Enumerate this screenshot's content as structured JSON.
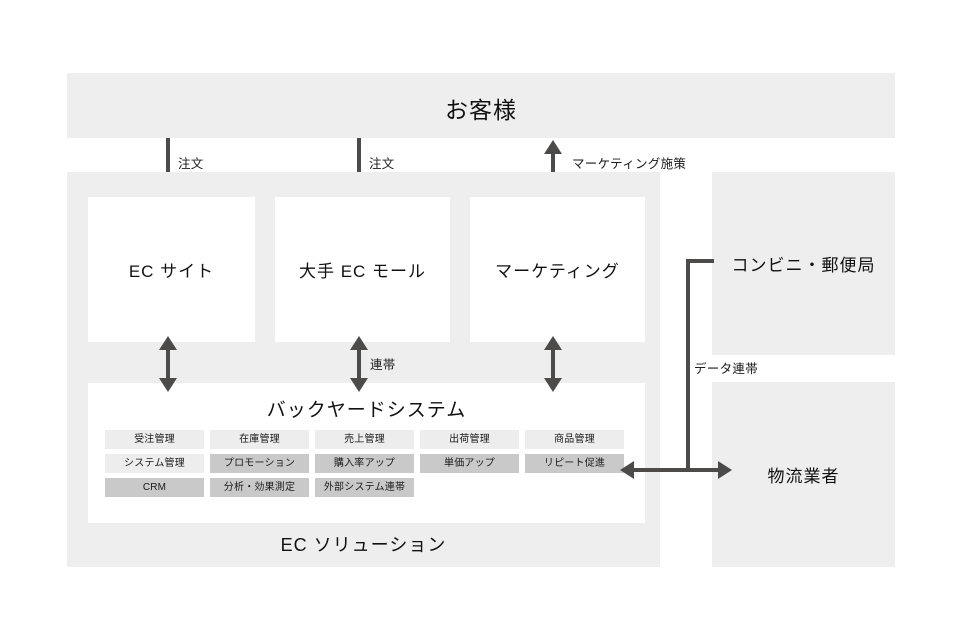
{
  "diagram": {
    "panels": {
      "customer": {
        "title": "お客様"
      },
      "ec_solution": {
        "caption": "EC ソリューション",
        "channels": [
          {
            "label": "EC サイト"
          },
          {
            "label": "大手 EC モール"
          },
          {
            "label": "マーケティング"
          }
        ],
        "backyard": {
          "title": "バックヤードシステム",
          "tags": [
            {
              "label": "受注管理",
              "tone": "light"
            },
            {
              "label": "在庫管理",
              "tone": "light"
            },
            {
              "label": "売上管理",
              "tone": "light"
            },
            {
              "label": "出荷管理",
              "tone": "light"
            },
            {
              "label": "商品管理",
              "tone": "light"
            },
            {
              "label": "システム管理",
              "tone": "light"
            },
            {
              "label": "プロモーション",
              "tone": "dark"
            },
            {
              "label": "購入率アップ",
              "tone": "dark"
            },
            {
              "label": "単価アップ",
              "tone": "dark"
            },
            {
              "label": "リピート促進",
              "tone": "dark"
            },
            {
              "label": "CRM",
              "tone": "dark"
            },
            {
              "label": "分析・効果測定",
              "tone": "dark"
            },
            {
              "label": "外部システム連帯",
              "tone": "dark"
            }
          ]
        }
      },
      "convenience_store": {
        "title": "コンビニ・郵便局"
      },
      "logistics": {
        "title": "物流業者"
      }
    },
    "flows": {
      "order_ec_site": "注文",
      "order_mall": "注文",
      "marketing_measure": "マーケティング施策",
      "linkage_mall": "連帯",
      "data_linkage": "データ連帯"
    },
    "colors": {
      "panel_bg": "#eeeeee",
      "box_bg": "#ffffff",
      "tag_light": "#ededed",
      "tag_dark": "#c9c9c9",
      "ink": "#4d4a4a",
      "text": "#1a1a1a"
    }
  }
}
